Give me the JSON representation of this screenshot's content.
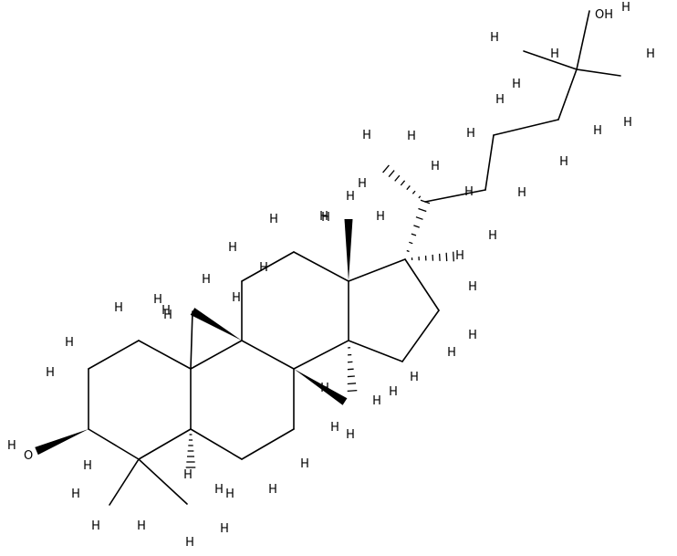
{
  "molecule": {
    "hydroxyl_top": "OH",
    "hydroxyl_left": "O",
    "hydroxyl_left_h": "H",
    "hydrogen": "H"
  }
}
